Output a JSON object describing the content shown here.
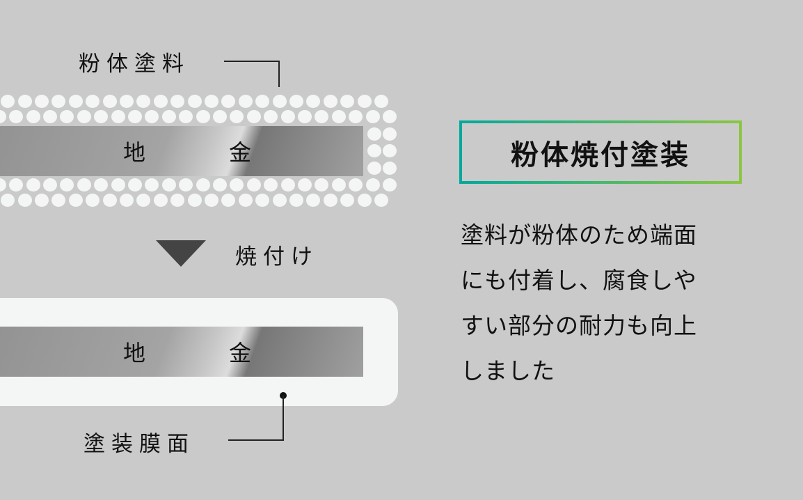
{
  "labels": {
    "powder": "粉体塗料",
    "base_metal_top": "地　金",
    "bake": "焼付け",
    "base_metal_bottom": "地　金",
    "coating_surface": "塗装膜面"
  },
  "title": "粉体焼付塗装",
  "description_lines": [
    "塗料が粉体のため端面",
    "にも付着し、腐食しや",
    "すい部分の耐力も向上",
    "しました"
  ],
  "colors": {
    "background": "#c9cac9",
    "gradient_start": "#00a99d",
    "gradient_end": "#8cc63f",
    "powder_dot": "#f4f6f5",
    "arrow": "#444444"
  }
}
